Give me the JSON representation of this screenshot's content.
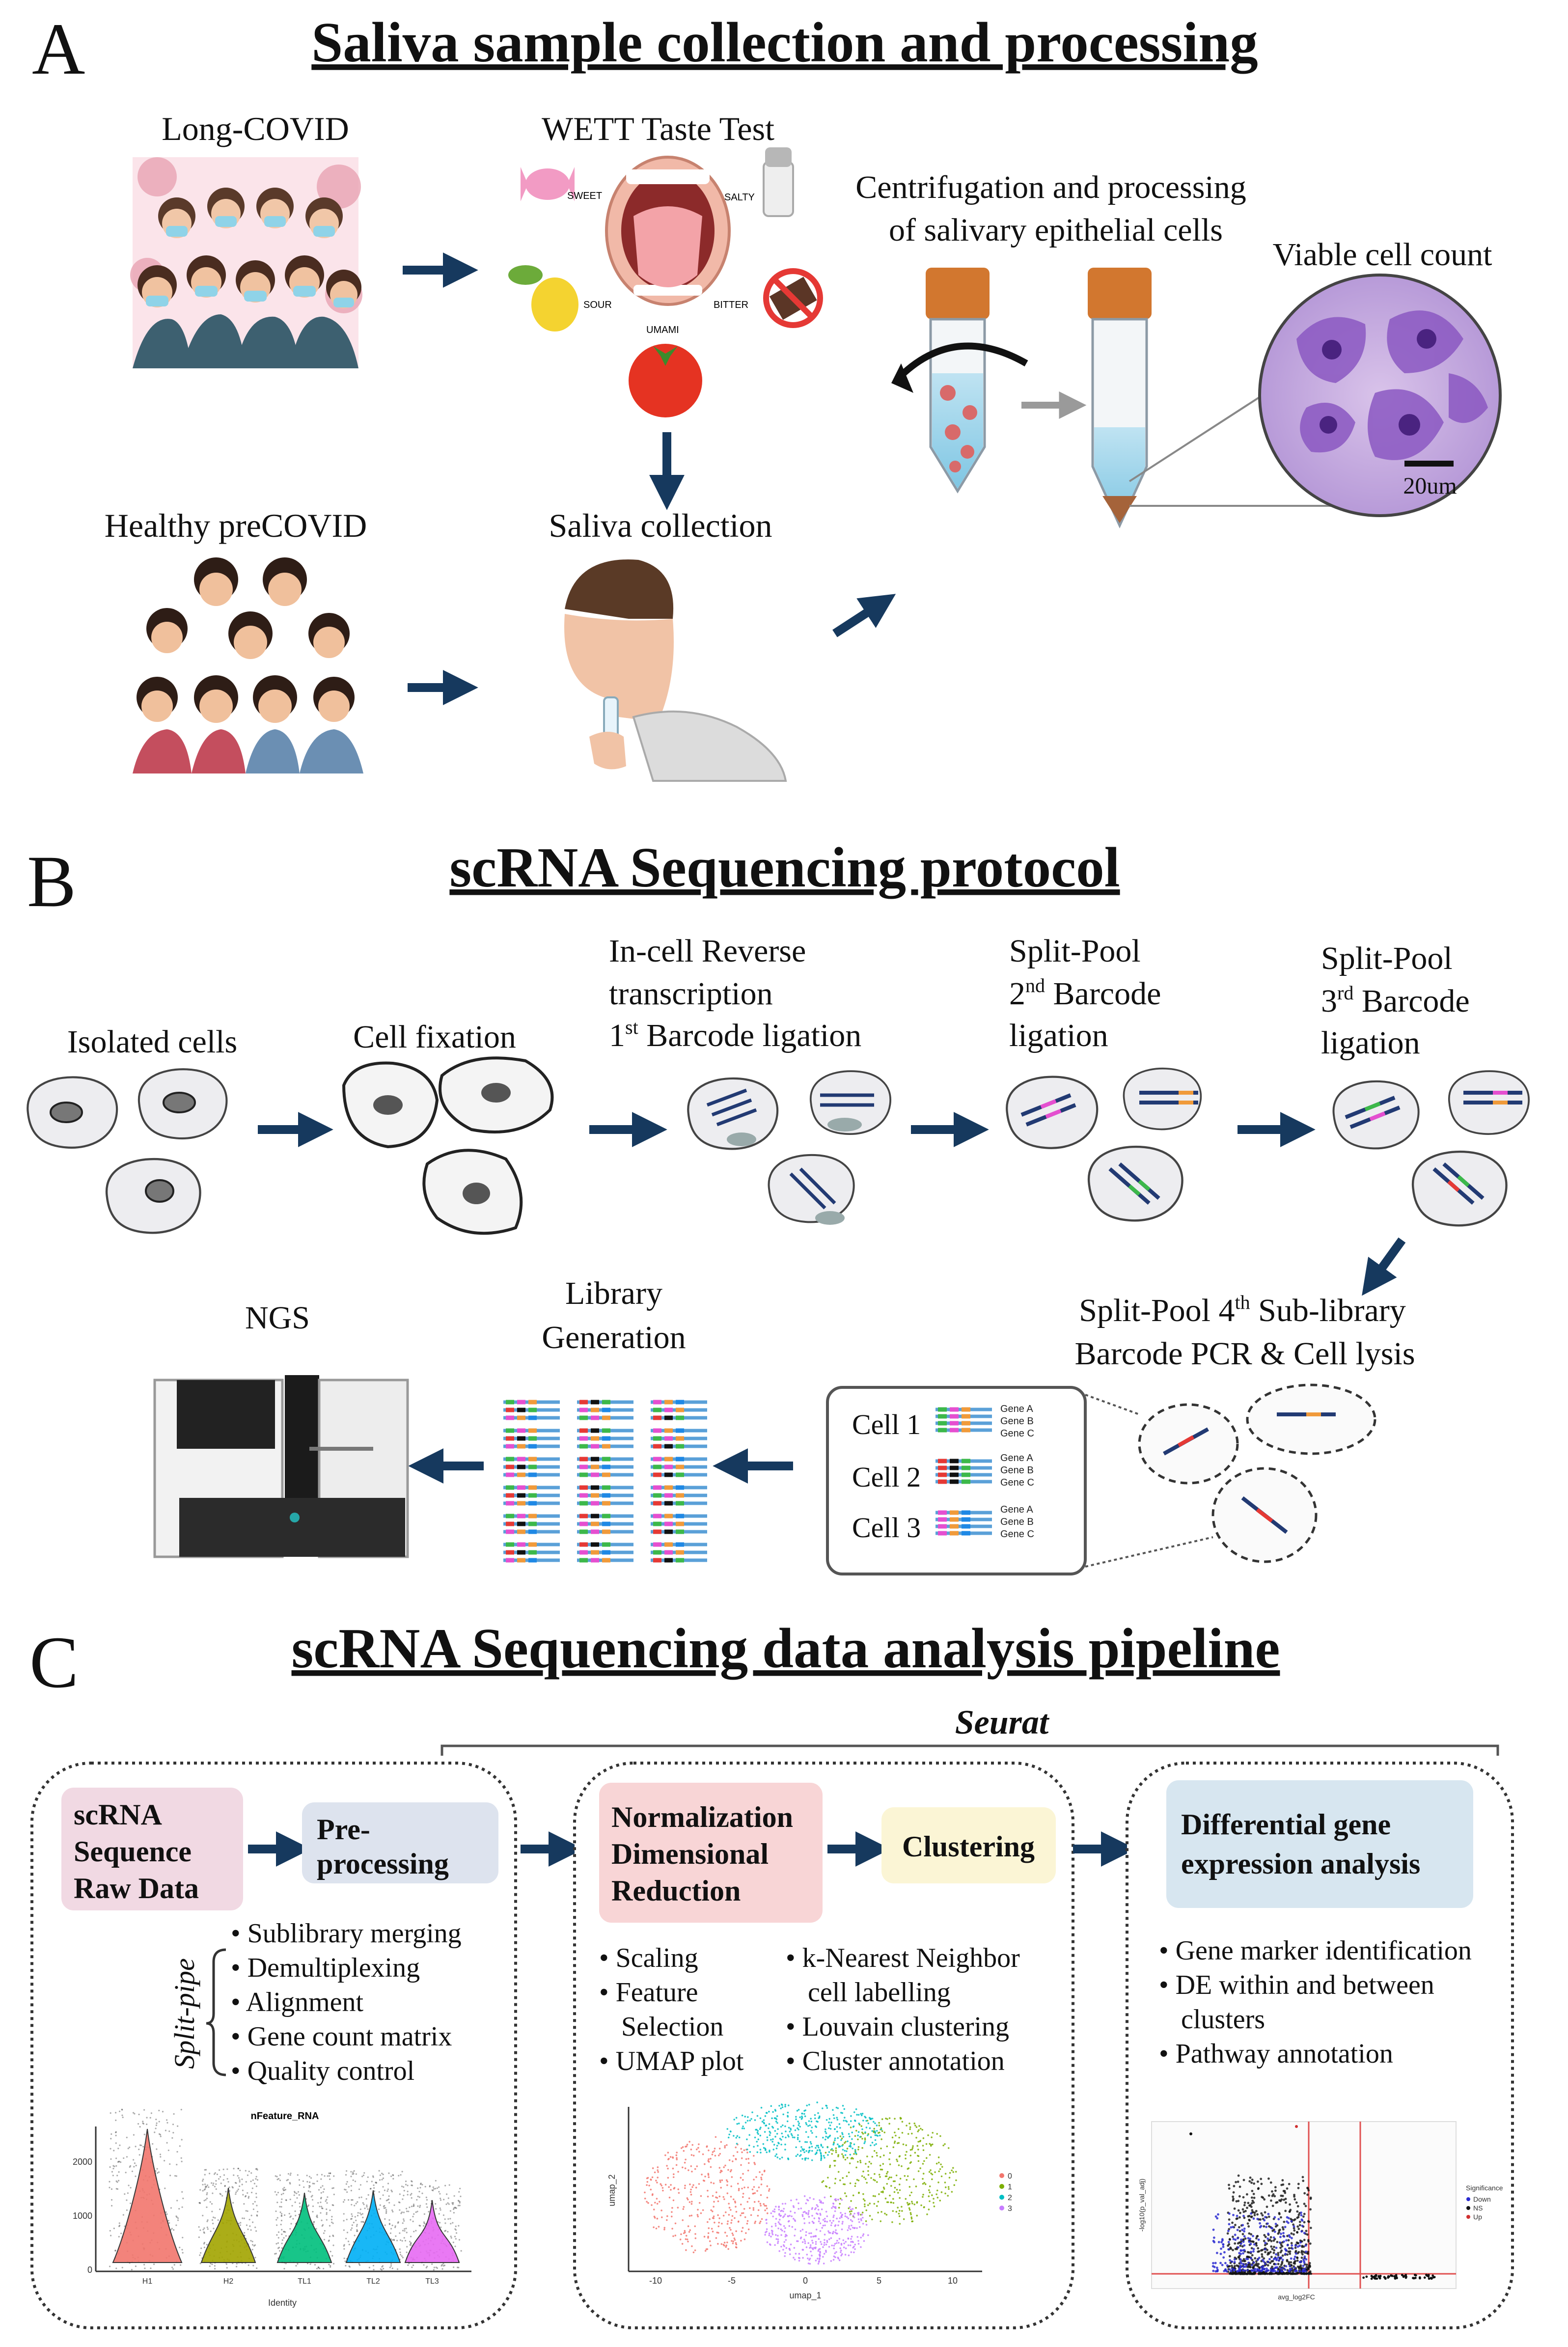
{
  "sectionA": {
    "letter": "A",
    "title": "Saliva sample collection and processing",
    "long_covid": "Long-COVID",
    "wett": "WETT Taste Test",
    "tastes": {
      "sweet": "SWEET",
      "salty": "SALTY",
      "sour": "SOUR",
      "bitter": "BITTER",
      "umami": "UMAMI"
    },
    "healthy": "Healthy preCOVID",
    "saliva": "Saliva collection",
    "centrifuge_1": "Centrifugation and processing",
    "centrifuge_2": "of salivary epithelial cells",
    "viable": "Viable cell count",
    "scale": "20um"
  },
  "sectionB": {
    "letter": "B",
    "title": "scRNA Sequencing protocol",
    "isolated": "Isolated cells",
    "fixation": "Cell fixation",
    "rt_1": "In-cell Reverse",
    "rt_2": "transcription",
    "rt_3_pre": "1",
    "rt_3_sup": "st",
    "rt_3_post": " Barcode ligation",
    "sp2_1": "Split-Pool",
    "sp2_2_pre": "2",
    "sp2_2_sup": "nd",
    "sp2_2_post": " Barcode",
    "sp2_3": "ligation",
    "sp3_1": "Split-Pool",
    "sp3_2_pre": "3",
    "sp3_2_sup": "rd",
    "sp3_2_post": " Barcode",
    "sp3_3": "ligation",
    "sp4_1_pre": "Split-Pool 4",
    "sp4_1_sup": "th",
    "sp4_1_post": " Sub-library",
    "sp4_2": "Barcode PCR & Cell lysis",
    "ngs": "NGS",
    "lib_1": "Library",
    "lib_2": "Generation",
    "cells": [
      "Cell 1",
      "Cell 2",
      "Cell 3"
    ],
    "genes": [
      "Gene A",
      "Gene B",
      "Gene C"
    ]
  },
  "sectionC": {
    "letter": "C",
    "title": "scRNA Sequencing data analysis pipeline",
    "seurat": "Seurat",
    "raw": [
      "scRNA",
      "Sequence",
      "Raw Data"
    ],
    "pre": [
      "Pre-",
      "processing"
    ],
    "split_pipe": "Split-pipe",
    "pre_bullets": [
      "Sublibrary merging",
      "Demultiplexing",
      "Alignment",
      "Gene  count matrix",
      "Quality control"
    ],
    "violin_title": "nFeature_RNA",
    "violin_xlabel": "Identity",
    "violin_cats": [
      "H1",
      "H2",
      "TL1",
      "TL2",
      "TL3"
    ],
    "violin_ticks": [
      "2000",
      "1000",
      "0"
    ],
    "norm": [
      "Normalization",
      "Dimensional",
      "Reduction"
    ],
    "clustering": "Clustering",
    "norm_bullets_left": [
      "Scaling",
      "Feature",
      "Selection",
      "UMAP plot"
    ],
    "norm_bullets_right": [
      "k-Nearest Neighbor",
      "cell labelling",
      "Louvain clustering",
      "Cluster annotation"
    ],
    "umap_x": "umap_1",
    "umap_y": "umap_2",
    "umap_ticks": [
      "-10",
      "-5",
      "0",
      "5",
      "10"
    ],
    "umap_legend": [
      "0",
      "1",
      "2",
      "3"
    ],
    "dge": [
      "Differential gene",
      "expression analysis"
    ],
    "dge_bullets": [
      "Gene marker identification",
      "DE within and between",
      "clusters",
      "Pathway  annotation"
    ],
    "volcano_x": "avg_log2FC",
    "volcano_y": "-log10(p_val_adj)",
    "volcano_legend_title": "Significance",
    "volcano_legend": [
      "Down",
      "NS",
      "Up"
    ]
  },
  "colors": {
    "arrow": "#16395e",
    "raw_box": "#f1d9e3",
    "pre_box": "#dde3ee",
    "norm_box": "#f8d5d6",
    "clust_box": "#fbf5d5",
    "dge_box": "#d7e6f0"
  }
}
